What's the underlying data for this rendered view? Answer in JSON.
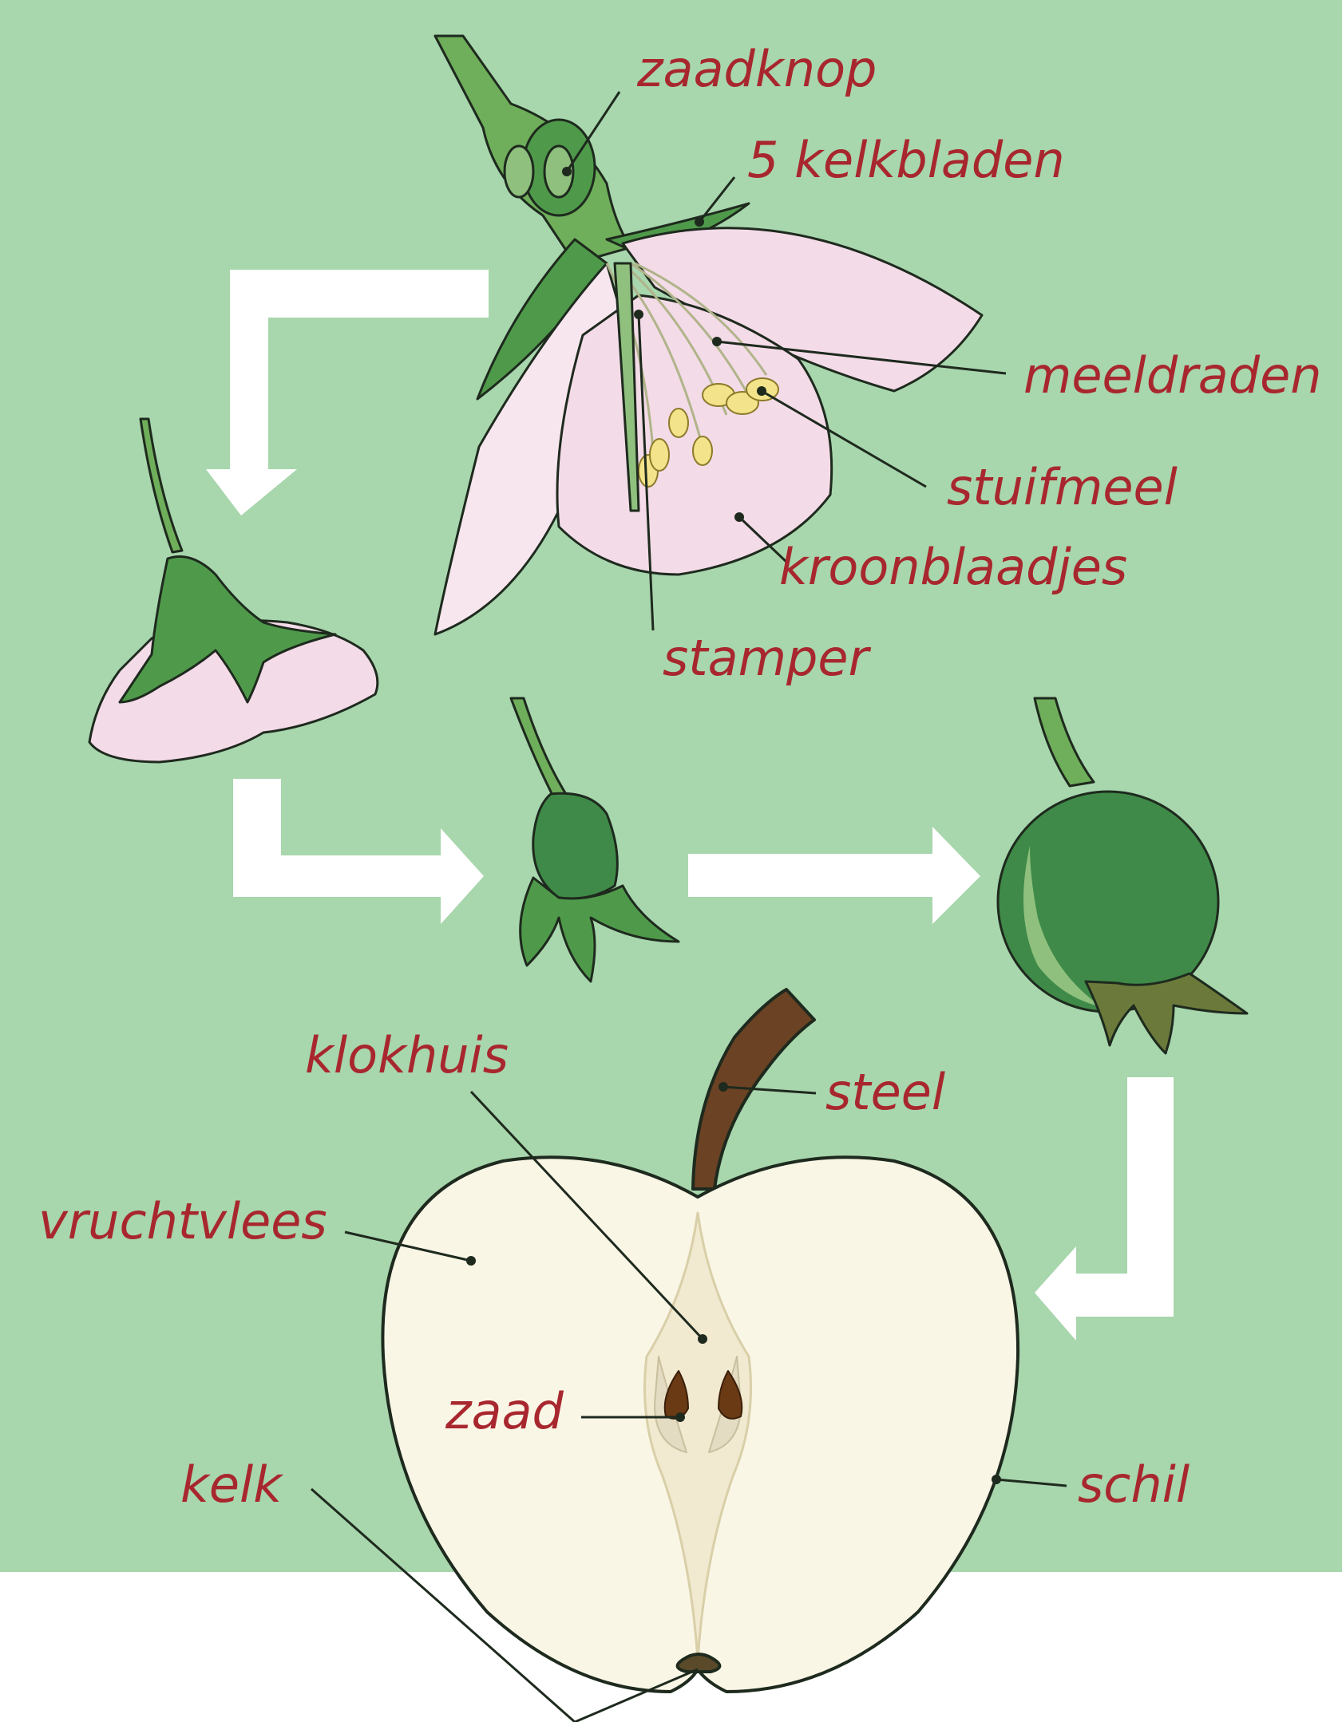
{
  "labels": {
    "zaadknop": "zaadknop",
    "kelkbladen": "5 kelkbladen",
    "meeldraden": "meeldraden",
    "stuifmeel": "stuifmeel",
    "kroonblaadjes": "kroonblaadjes",
    "stamper": "stamper",
    "klokhuis": "klokhuis",
    "steel": "steel",
    "vruchtvlees": "vruchtvlees",
    "zaad": "zaad",
    "kelk": "kelk",
    "schil": "schil"
  },
  "colors": {
    "background_green": "#a8d6ad",
    "label_red": "#a8272e",
    "arrow_white": "#ffffff",
    "leaf_green": "#4f9a4a",
    "fruit_green": "#3f8a48",
    "petal_pink": "#f4dbe8",
    "apple_flesh": "#faf6e6",
    "stem_brown": "#6b4324",
    "seed_brown": "#6a3a14",
    "stamen_yellow": "#f3e38a"
  },
  "icons": {
    "flow_arrows": "arrow-icon",
    "flower": "apple-blossom-icon",
    "bud": "closed-blossom-icon",
    "young_fruit": "young-fruit-icon",
    "green_fruit": "green-apple-icon",
    "apple_section": "apple-cross-section-icon"
  }
}
